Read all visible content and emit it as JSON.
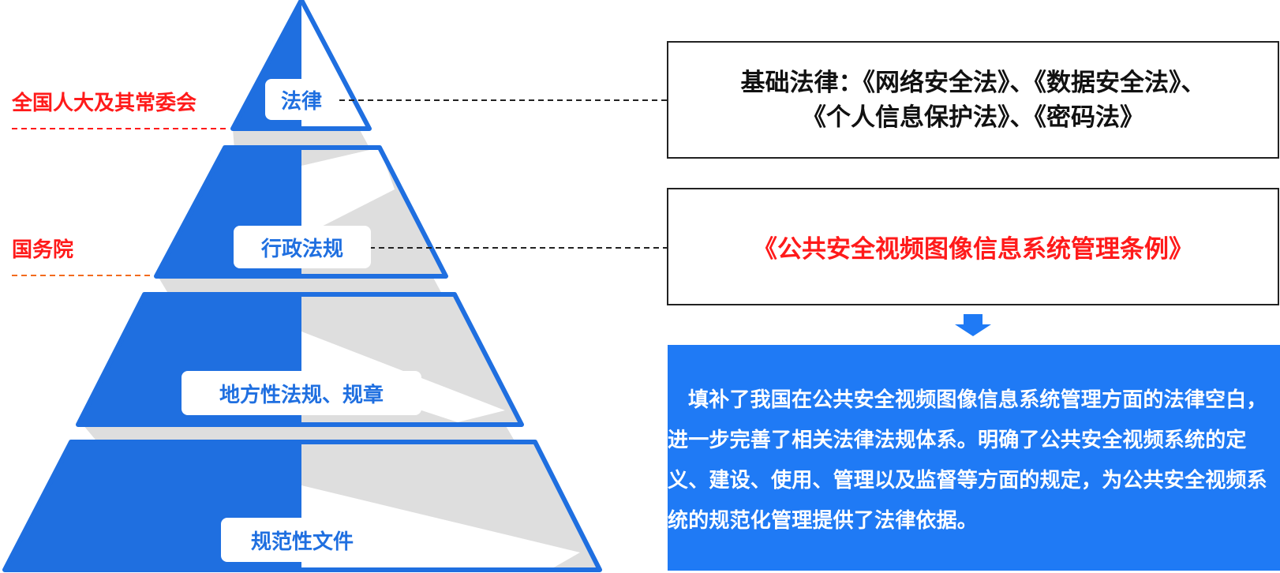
{
  "pyramid": {
    "tiers": [
      {
        "label": "法律",
        "authority": "全国人大及其常委会"
      },
      {
        "label": "行政法规",
        "authority": "国务院"
      },
      {
        "label": "地方性法规、规章",
        "authority": ""
      },
      {
        "label": "规范性文件",
        "authority": ""
      }
    ]
  },
  "law_box": {
    "line1": "基础法律：《网络安全法》、《数据安全法》、",
    "line2": "《个人信息保护法》、《密码法》"
  },
  "regulation_box": {
    "text": "《公共安全视频图像信息系统管理条例》"
  },
  "summary_box": {
    "text": "填补了我国在公共安全视频图像信息系统管理方面的法律空白，进一步完善了相关法律法规体系。明确了公共安全视频系统的定义、建设、使用、管理以及监督等方面的规定，为公共安全视频系统的规范化管理提供了法律依据。"
  },
  "colors": {
    "blue": "#1f7af5",
    "pyramid_blue": "#1f6fe0",
    "red": "#ff1a1a",
    "orange": "#f26b1d",
    "gray": "#dedede"
  }
}
